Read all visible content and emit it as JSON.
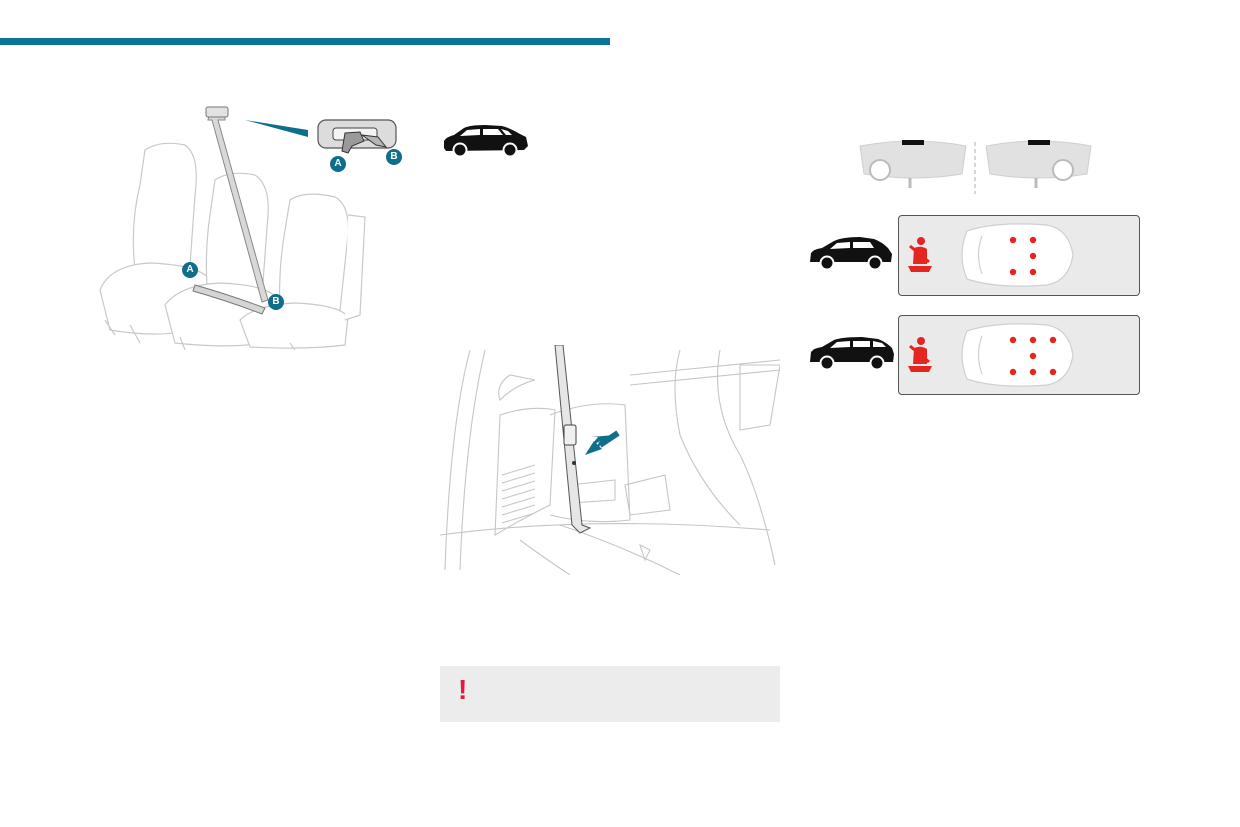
{
  "callouts": {
    "a": "A",
    "b": "B"
  },
  "warning": {
    "icon_text": "!"
  },
  "colors": {
    "brand": "#0c7396",
    "warning": "#e3173f",
    "seatbelt": "#e52521",
    "panel": "#eaeaea"
  },
  "icons": [
    "car-icon",
    "seatbelt-warning-icon",
    "dashboard-left-hand-drive",
    "dashboard-right-hand-drive"
  ]
}
